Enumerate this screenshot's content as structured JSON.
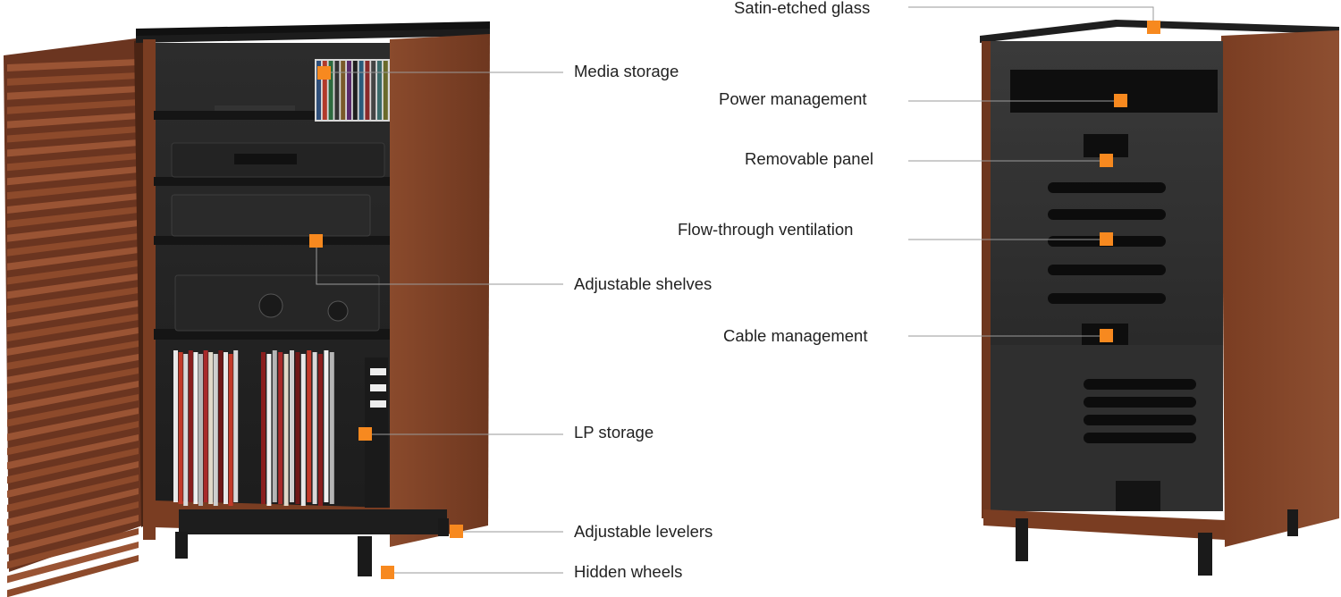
{
  "colors": {
    "marker": "#f7891f",
    "wood": "#7a3f26",
    "wood_dark": "#5a2c18",
    "black_panel": "#2b2b2b",
    "glass_top": "#1e1e1e",
    "leader_line": "#9a9a9a"
  },
  "left_cabinet": {
    "callouts": {
      "media_storage": "Media storage",
      "adjustable_shelves": "Adjustable shelves",
      "lp_storage": "LP storage",
      "adjustable_levelers": "Adjustable levelers",
      "hidden_wheels": "Hidden wheels"
    }
  },
  "right_cabinet": {
    "callouts": {
      "satin_etched_glass": "Satin-etched glass",
      "power_management": "Power management",
      "removable_panel": "Removable panel",
      "flow_through_ventilation": "Flow-through ventilation",
      "cable_management": "Cable management"
    }
  }
}
